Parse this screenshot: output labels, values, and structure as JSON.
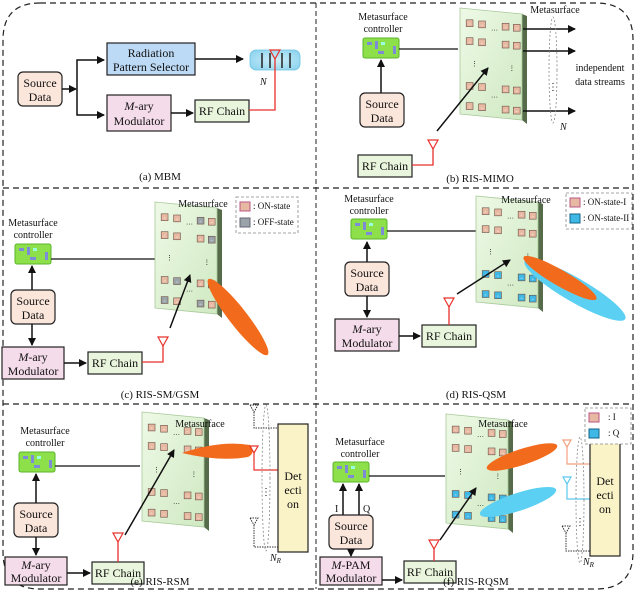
{
  "colors": {
    "source_data_fill": "#fbe6dc",
    "radiation_selector_fill": "#bcd9f5",
    "modulator_fill": "#f5dcea",
    "rf_chain_fill": "#e9f5dc",
    "detection_fill": "#fbf3c8",
    "metasurface_fill": "#dff3d6",
    "on_state_tile": "#e8b9a2",
    "off_state_tile": "#9aa3a8",
    "on_state_ii_tile": "#3fb8e6",
    "beam_orange": "#f26a1b",
    "beam_blue": "#5cd0f2",
    "antenna_red": "#e8302a",
    "antenna_salmon": "#f4a07e",
    "antenna_cyan": "#5cc8ee",
    "controller_green": "#8ee04a"
  },
  "panels": {
    "a": {
      "caption": "(a) MBM",
      "source_data": [
        "Source",
        "Data"
      ],
      "radiation_selector": [
        "Radiation",
        "Pattern Selector"
      ],
      "modulator_prefix": "M",
      "modulator": [
        "-ary",
        "Modulator"
      ],
      "rf_chain": "RF Chain",
      "n_label": "N"
    },
    "b": {
      "caption": "(b) RIS-MIMO",
      "controller": [
        "Metasurface",
        "controller"
      ],
      "metasurface": "Metasurface",
      "source_data": [
        "Source",
        "Data"
      ],
      "rf_chain": "RF Chain",
      "streams": [
        "independent",
        "data streams"
      ],
      "n_label": "N"
    },
    "c": {
      "caption": "(c) RIS-SM/GSM",
      "controller": [
        "Metasurface",
        "controller"
      ],
      "metasurface": "Metasurface",
      "source_data": [
        "Source",
        "Data"
      ],
      "modulator_prefix": "M",
      "modulator": [
        "-ary",
        "Modulator"
      ],
      "rf_chain": "RF Chain",
      "legend": [
        ": ON-state",
        ": OFF-state"
      ]
    },
    "d": {
      "caption": "(d) RIS-QSM",
      "controller": [
        "Metasurface",
        "controller"
      ],
      "metasurface": "Metasurface",
      "source_data": [
        "Source",
        "Data"
      ],
      "modulator_prefix": "M",
      "modulator": [
        "-ary",
        "Modulator"
      ],
      "rf_chain": "RF Chain",
      "legend": [
        ": ON-state-I",
        ": ON-state-II"
      ]
    },
    "e": {
      "caption": "(e) RIS-RSM",
      "controller": [
        "Metasurface",
        "controller"
      ],
      "metasurface": "Metasurface",
      "source_data": [
        "Source",
        "Data"
      ],
      "modulator_prefix": "M",
      "modulator": [
        "-ary",
        "Modulator"
      ],
      "rf_chain": "RF Chain",
      "detection": [
        "Det",
        "ecti",
        "on"
      ],
      "nr_label": "N",
      "nr_sub": "R"
    },
    "f": {
      "caption": "(f) RIS-RQSM",
      "controller": [
        "Metasurface",
        "controller"
      ],
      "metasurface": "Metasurface",
      "source_data": [
        "Source",
        "Data"
      ],
      "modulator_prefix": "M",
      "modulator": [
        "-PAM",
        "Modulator"
      ],
      "rf_chain": "RF Chain",
      "i_label": "I",
      "q_label": "Q",
      "detection": [
        "Det",
        "ecti",
        "on"
      ],
      "nr_label": "N",
      "nr_sub": "R",
      "legend": [
        ": I",
        ": Q"
      ]
    }
  }
}
